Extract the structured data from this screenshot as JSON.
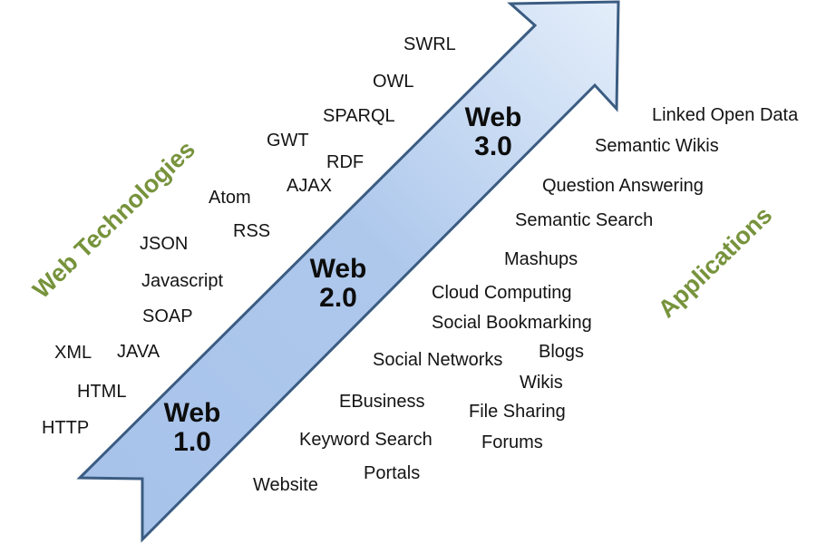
{
  "colors": {
    "arrow_fill_bottom": "#A7C2EA",
    "arrow_fill_top": "#E4EEFA",
    "arrow_stroke": "#3B5C82",
    "category_text": "#77933C",
    "label_text": "#141414"
  },
  "arrow": {
    "eras": [
      {
        "line1": "Web",
        "line2": "1.0"
      },
      {
        "line1": "Web",
        "line2": "2.0"
      },
      {
        "line1": "Web",
        "line2": "3.0"
      }
    ]
  },
  "categories": {
    "left": "Web Technologies",
    "right": "Applications"
  },
  "technologies": [
    "SWRL",
    "OWL",
    "SPARQL",
    "GWT",
    "RDF",
    "AJAX",
    "Atom",
    "RSS",
    "JSON",
    "Javascript",
    "SOAP",
    "XML",
    "JAVA",
    "HTML",
    "HTTP"
  ],
  "applications": [
    "Linked Open Data",
    "Semantic Wikis",
    "Question Answering",
    "Semantic Search",
    "Mashups",
    "Cloud Computing",
    "Social Bookmarking",
    "Social Networks",
    "Blogs",
    "Wikis",
    "EBusiness",
    "File Sharing",
    "Keyword Search",
    "Forums",
    "Portals",
    "Website"
  ]
}
